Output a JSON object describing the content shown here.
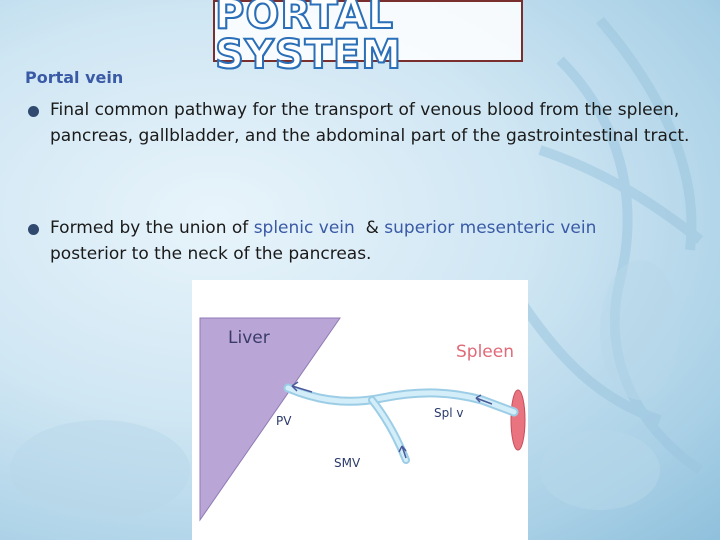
{
  "title": "PORTAL SYSTEM",
  "section_heading": "Portal vein",
  "bullets": {
    "first": "Final common pathway for the transport of venous blood from the spleen, pancreas, gallbladder, and the abdominal part of the gastrointestinal tract.",
    "second_prefix": "Formed by the union of ",
    "second_term1": "splenic vein",
    "second_join": "  & ",
    "second_term2": "superior mesenteric vein",
    "second_suffix": " posterior to the neck of the pancreas."
  },
  "figure": {
    "liver": "Liver",
    "spleen": "Spleen",
    "pv": "PV",
    "spl_v": "Spl v",
    "smv": "SMV"
  },
  "colors": {
    "accent": "#3a5aa6",
    "liver_fill": "#b9a6d6",
    "vein": "#bfe3f3",
    "spleen": "#e9747f"
  }
}
